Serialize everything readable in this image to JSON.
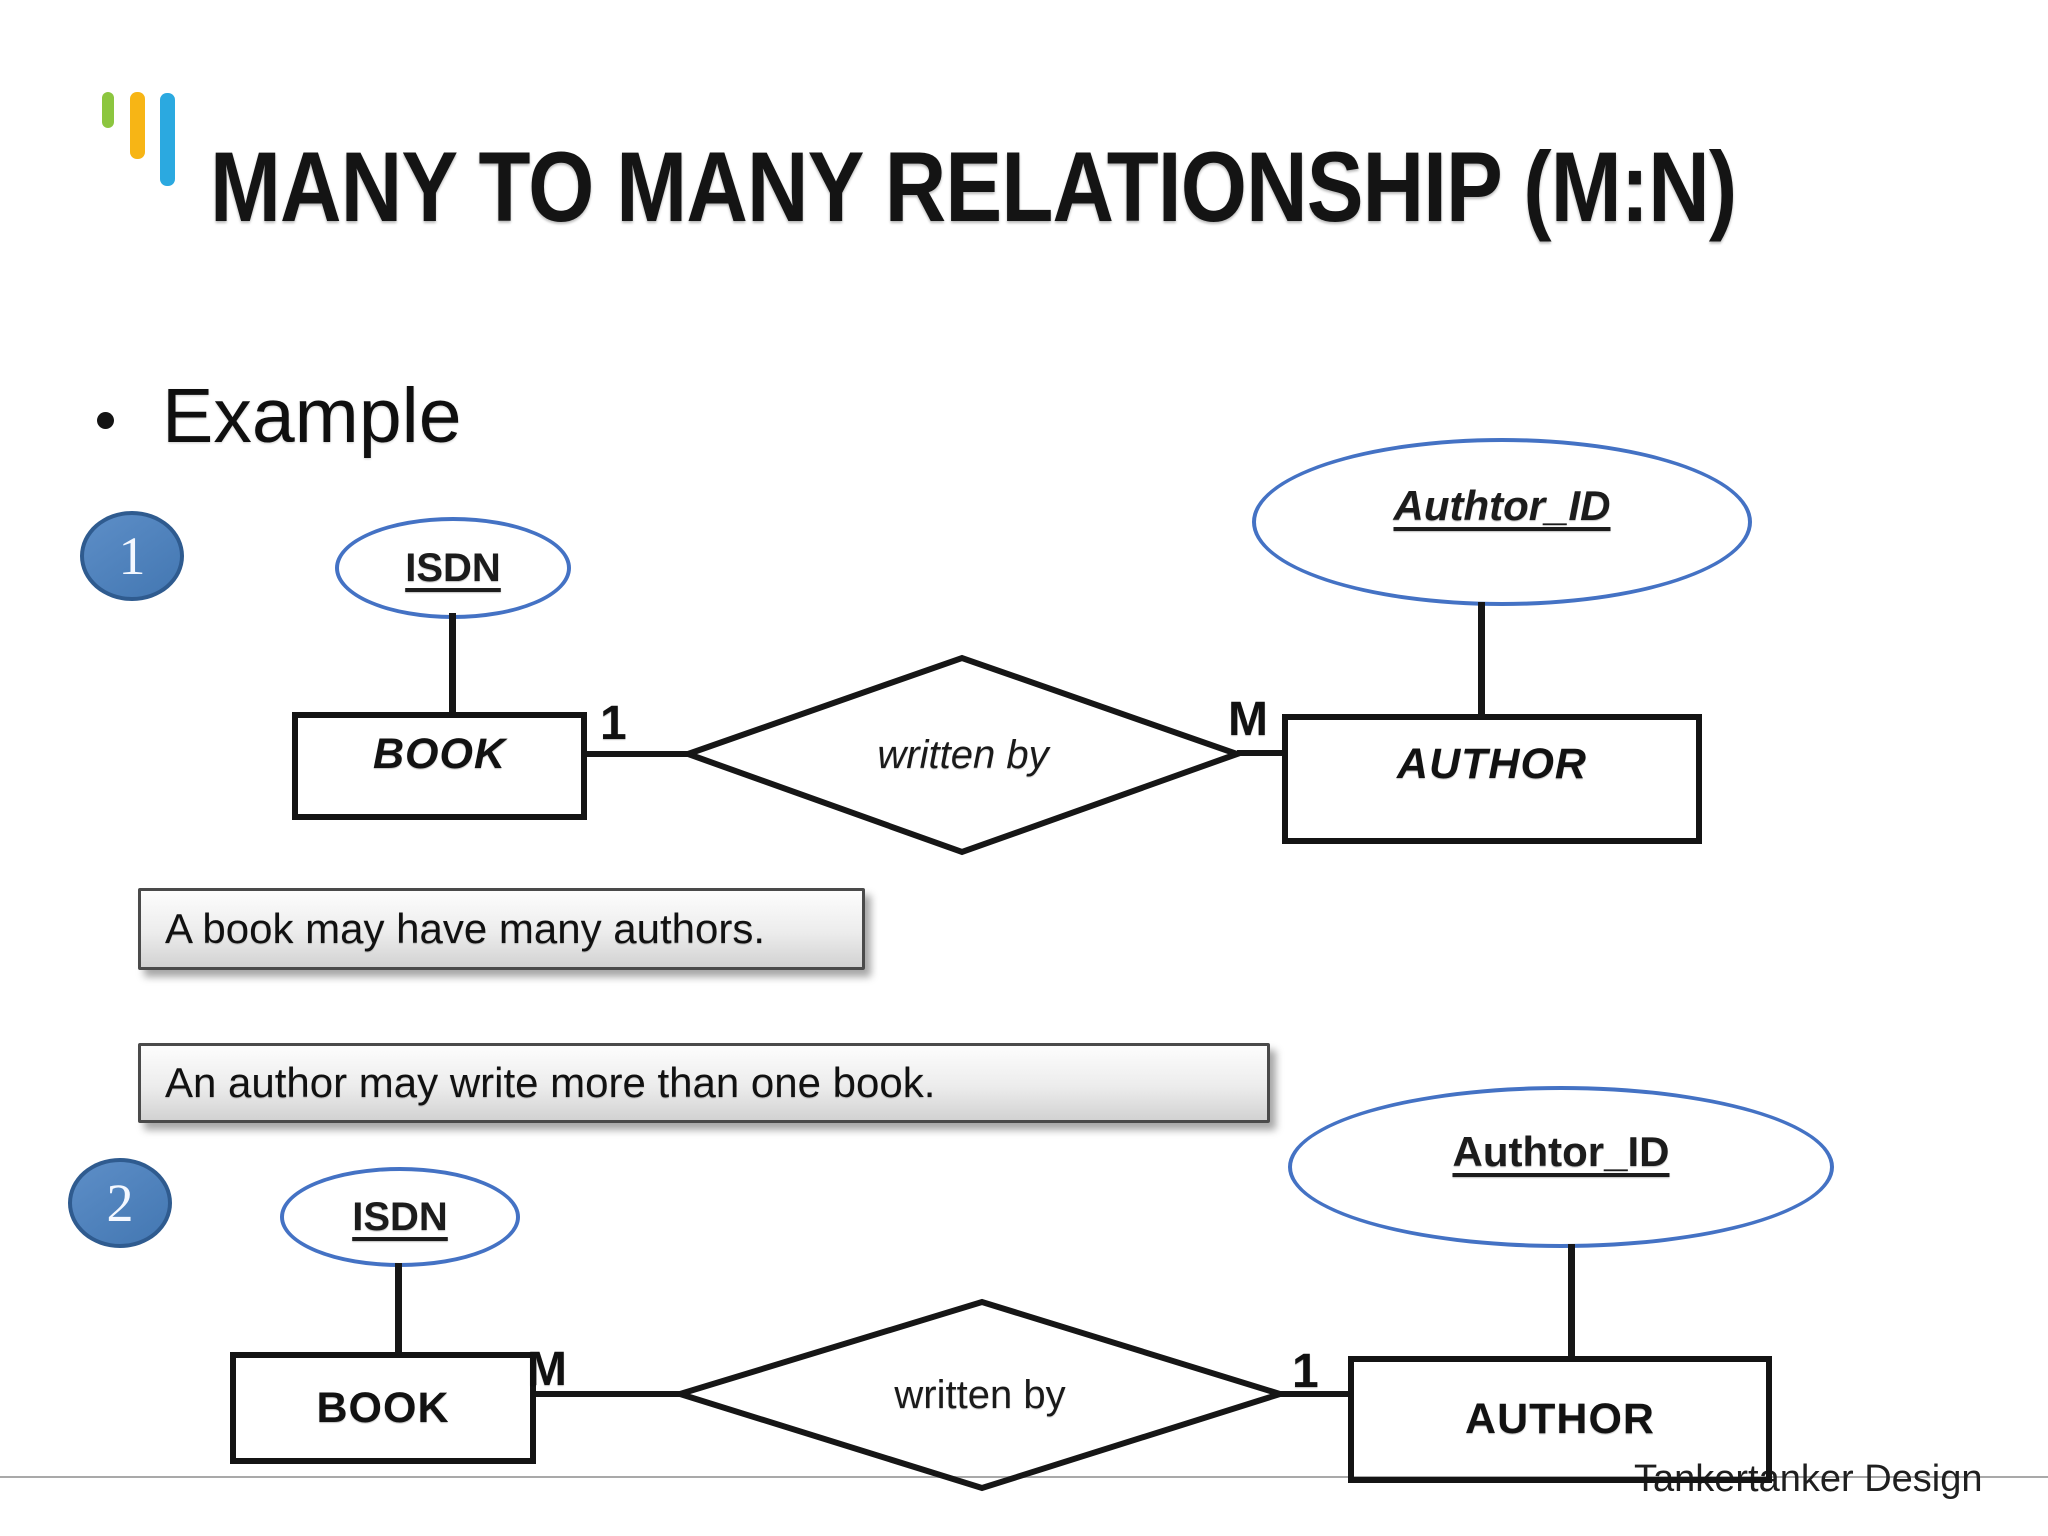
{
  "title": "MANY TO MANY RELATIONSHIP (M:N)",
  "bullet_item": "Example",
  "captions": {
    "book_many_authors": "A book may have many authors.",
    "author_many_books": "An author may write more than one book."
  },
  "diagram1": {
    "badge": "1",
    "book_attribute": "ISDN",
    "book_entity": "BOOK",
    "book_cardinality": "1",
    "relationship": "written by",
    "author_cardinality": "M",
    "author_entity": "AUTHOR",
    "author_attribute": "Authtor_ID"
  },
  "diagram2": {
    "badge": "2",
    "book_attribute": "ISDN",
    "book_entity": "BOOK",
    "book_cardinality": "M",
    "relationship": "written by",
    "author_cardinality": "1",
    "author_entity": "AUTHOR",
    "author_attribute": "Authtor_ID"
  },
  "footer": "Tankertanker Design",
  "colors": {
    "attribute_stroke": "#4472c4",
    "badge_fill": "#4a7ebb",
    "badge_border": "#2f5b8f",
    "logo_green": "#8cc63f",
    "logo_amber": "#f7b515",
    "logo_blue": "#2ba9e0"
  }
}
